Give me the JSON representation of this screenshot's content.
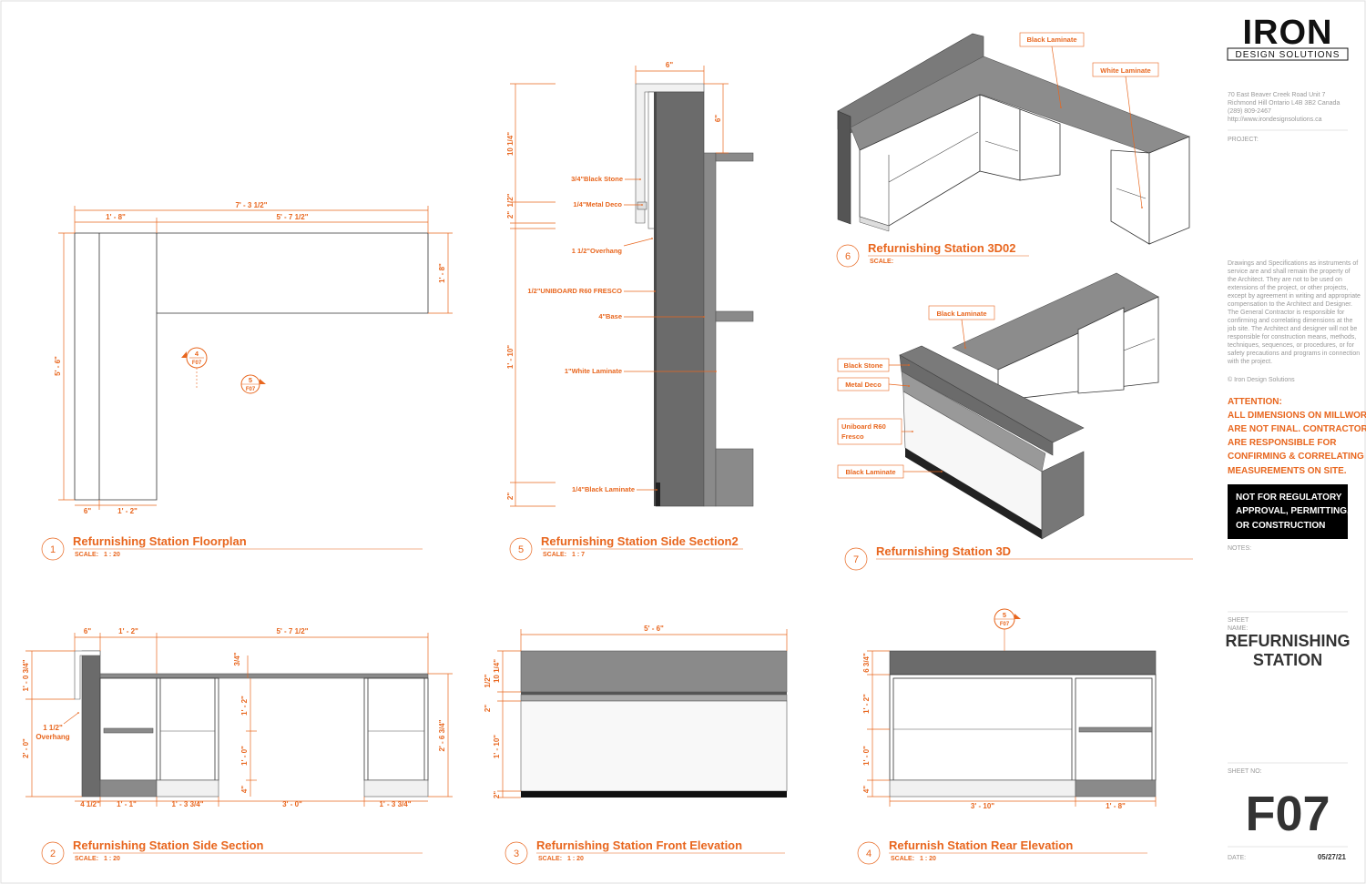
{
  "brand": {
    "logo_main": "IRON",
    "logo_sub": "DESIGN SOLUTIONS",
    "accent_color": "#e8661e"
  },
  "title_block": {
    "address_lines": [
      "70 East Beaver Creek Road Unit 7",
      "Richmond Hill Ontario L4B 3B2 Canada",
      "(289) 809-2467",
      "http://www.irondesignsolutions.ca"
    ],
    "project_label": "PROJECT:",
    "disclaimer_lines": [
      "Drawings and Specifications as instruments of",
      "service are and shall remain the property of",
      "the Architect. They are not to be used on",
      "extensions of the project, or other projects,",
      "except by agreement in writing and appropriate",
      "compensation to the Architect and Designer.",
      "The General Contractor is responsible for",
      "confirming and correlating dimensions at the",
      "job site. The Architect and designer will not be",
      "responsible for construction means, methods,",
      "techniques, sequences, or procedures, or for",
      "safety precautions and programs in connection",
      "with the project."
    ],
    "copyright": "© Iron Design Solutions",
    "attention_lines": [
      "ATTENTION:",
      "ALL DIMENSIONS ON MILLWORK",
      "ARE NOT FINAL. CONTRACTORS",
      "ARE RESPONSIBLE FOR",
      "CONFIRMING & CORRELATING",
      "MEASUREMENTS ON SITE."
    ],
    "stamp_lines": [
      "NOT FOR REGULATORY",
      "APPROVAL, PERMITTING,",
      "OR CONSTRUCTION"
    ],
    "notes_label": "NOTES:",
    "sheet_label_1": "SHEET",
    "sheet_label_2": "NAME:",
    "sheet_name_1": "REFURNISHING",
    "sheet_name_2": "STATION",
    "sheet_no_label": "SHEET NO:",
    "sheet_no": "F07",
    "date_label": "DATE:",
    "date": "05/27/21"
  },
  "views": {
    "v1": {
      "num": "1",
      "title": "Refurnishing Station Floorplan",
      "scale_label": "SCALE:",
      "scale": "1 : 20"
    },
    "v2": {
      "num": "2",
      "title": "Refurnishing Station Side Section",
      "scale_label": "SCALE:",
      "scale": "1 : 20"
    },
    "v3": {
      "num": "3",
      "title": "Refurnishing Station Front Elevation",
      "scale_label": "SCALE:",
      "scale": "1 : 20"
    },
    "v4": {
      "num": "4",
      "title": "Refurnish Station Rear Elevation",
      "scale_label": "SCALE:",
      "scale": "1 : 20"
    },
    "v5": {
      "num": "5",
      "title": "Refurnishing Station Side Section2",
      "scale_label": "SCALE:",
      "scale": "1 : 7"
    },
    "v6": {
      "num": "6",
      "title": "Refurnishing Station 3D02",
      "scale_label": "SCALE:",
      "scale": ""
    },
    "v7": {
      "num": "7",
      "title": "Refurnishing Station 3D",
      "scale_label": "",
      "scale": ""
    }
  },
  "floorplan": {
    "dim_overall": "7' - 3 1/2\"",
    "dim_left": "1' - 8\"",
    "dim_right": "5' - 7 1/2\"",
    "dim_height": "5' - 6\"",
    "dim_return": "1' - 8\"",
    "dim_bot_1": "6\"",
    "dim_bot_2": "1' - 2\"",
    "tag_a_num": "4",
    "tag_a_sheet": "F07",
    "tag_b_num": "5",
    "tag_b_sheet": "F07"
  },
  "side_section": {
    "dim_top_1": "6\"",
    "dim_top_2": "1' - 2\"",
    "dim_top_3": "5' - 7 1/2\"",
    "dim_counter": "3/4\"",
    "dim_left_1": "1' - 0 3/4\"",
    "dim_left_2": "2' - 0\"",
    "overhang_1": "1 1/2\"",
    "overhang_2": "Overhang",
    "dim_mid_1": "1' - 2\"",
    "dim_mid_2": "1' - 0\"",
    "dim_mid_3": "4\"",
    "dim_right": "2' - 6 3/4\"",
    "dim_bot_1": "4 1/2\"",
    "dim_bot_2": "1' - 1\"",
    "dim_bot_3": "1' - 3 3/4\"",
    "dim_bot_4": "3' - 0\"",
    "dim_bot_5": "1' - 3 3/4\""
  },
  "front_elev": {
    "dim_top": "5' - 6\"",
    "dim_1": "10 1/4\"",
    "dim_2": "1/2\"",
    "dim_3": "2\"",
    "dim_4": "1' - 10\"",
    "dim_5": "2\""
  },
  "rear_elev": {
    "dim_1": "6 3/4\"",
    "dim_2": "1' - 2\"",
    "dim_3": "1' - 0\"",
    "dim_4": "4\"",
    "dim_bot_1": "3' - 10\"",
    "dim_bot_2": "1' - 8\"",
    "tag_num": "5",
    "tag_sheet": "F07"
  },
  "section2": {
    "dim_top": "6\"",
    "dim_right": "6\"",
    "dim_left_1": "10 1/4\"",
    "dim_left_2": "2\"",
    "dim_left_3": "1/2\"",
    "dim_left_4": "1' - 10\"",
    "dim_left_5": "2\"",
    "labels": [
      "3/4\"Black Stone",
      "1/4\"Metal Deco",
      "1 1/2\"Overhang",
      "1/2\"UNIBOARD R60 FRESCO",
      "4\"Base",
      "1\"White Laminate",
      "1/4\"Black Laminate"
    ]
  },
  "iso6": {
    "label_1": "Black Laminate",
    "label_2": "White Laminate"
  },
  "iso7": {
    "label_top": "Black Laminate",
    "label_1": "Black Stone",
    "label_2": "Metal Deco",
    "label_3a": "Uniboard R60",
    "label_3b": "Fresco",
    "label_4": "Black Laminate"
  }
}
